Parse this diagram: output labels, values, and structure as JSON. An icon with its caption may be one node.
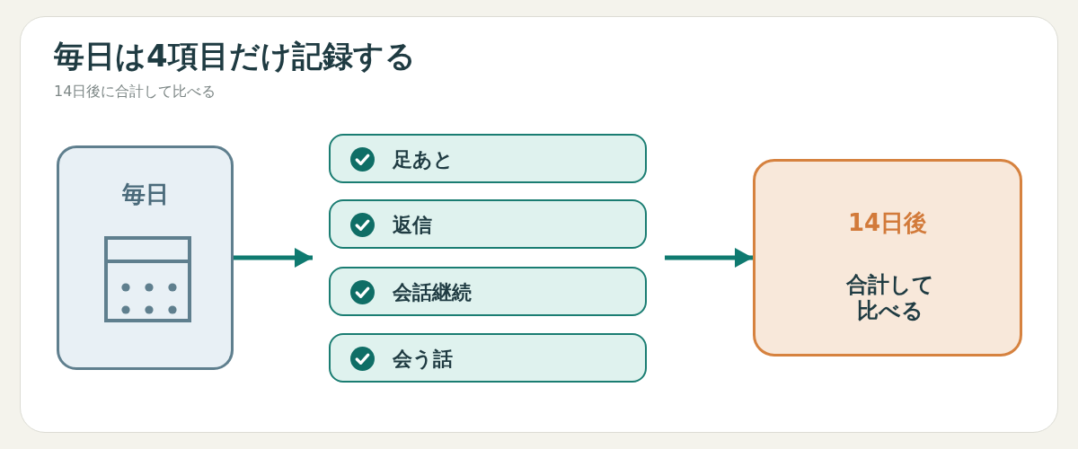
{
  "diagram": {
    "title": "毎日は4項目だけ記録する",
    "nodes": [
      {
        "text": [
          "毎日"
        ]
      },
      {
        "text": [
          "足あと"
        ]
      },
      {
        "text": [
          "返信"
        ]
      },
      {
        "text": [
          "会話継続"
        ]
      },
      {
        "text": [
          "会う話"
        ]
      },
      {
        "text": [
          "14日後",
          "合計して比べる"
        ]
      }
    ],
    "edges": [
      {
        "from": 0,
        "to": 2,
        "arrow": "to"
      },
      {
        "from": 2,
        "to": 5,
        "arrow": "to"
      }
    ],
    "labels": [
      "14日後に合計して比べる"
    ]
  }
}
